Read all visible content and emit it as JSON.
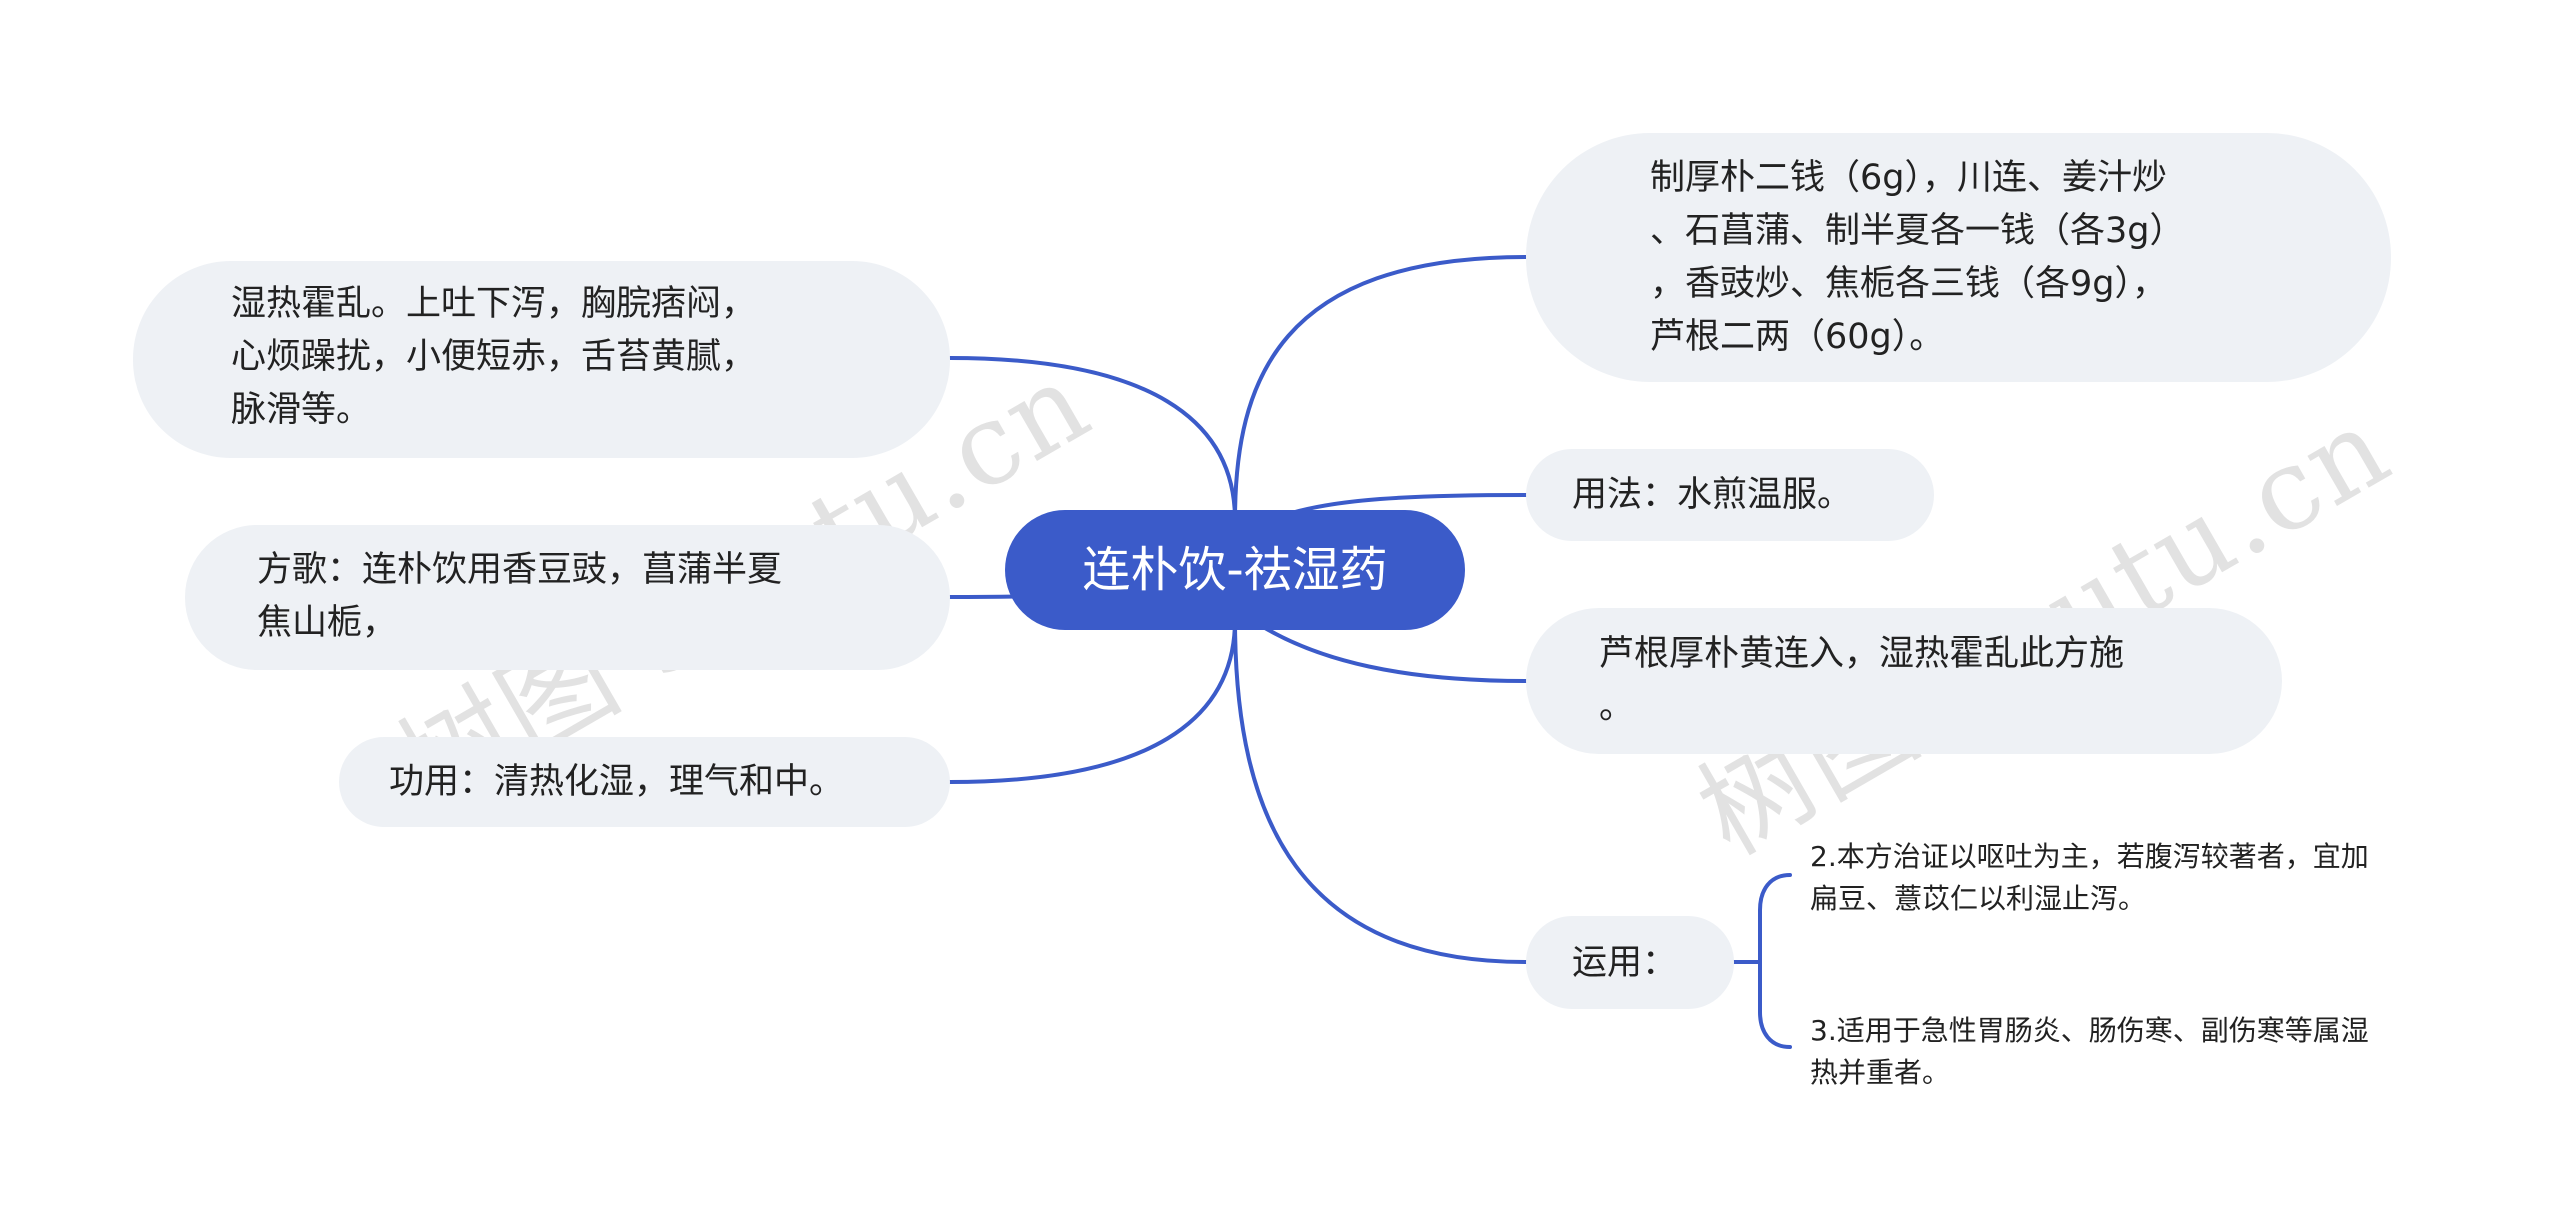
{
  "center": "连朴饮-祛湿药",
  "left_nodes": [
    "湿热霍乱。上吐下泻，胸脘痞闷，\n心烦躁扰，小便短赤，舌苔黄腻，\n脉滑等。",
    "方歌：连朴饮用香豆豉，菖蒲半夏\n焦山栀，",
    "功用：清热化湿，理气和中。"
  ],
  "right_nodes": [
    "制厚朴二钱（6g），川连、姜汁炒\n、石菖蒲、制半夏各一钱（各3g）\n，香豉炒、焦栀各三钱（各9g），\n芦根二两（60g）。",
    "用法：水煎温服。",
    "芦根厚朴黄连入，湿热霍乱此方施\n。",
    "运用："
  ],
  "usage_children": [
    "2.本方治证以呕吐为主，若腹泻较著者，宜加\n扁豆、薏苡仁以利湿止泻。",
    "3.适用于急性胃肠炎、肠伤寒、副伤寒等属湿\n热并重者。"
  ],
  "watermark": "树图 shutu.cn",
  "colors": {
    "center_fill": "#3b5bc9",
    "node_fill": "#eef1f5",
    "link": "#3b5bc9"
  }
}
